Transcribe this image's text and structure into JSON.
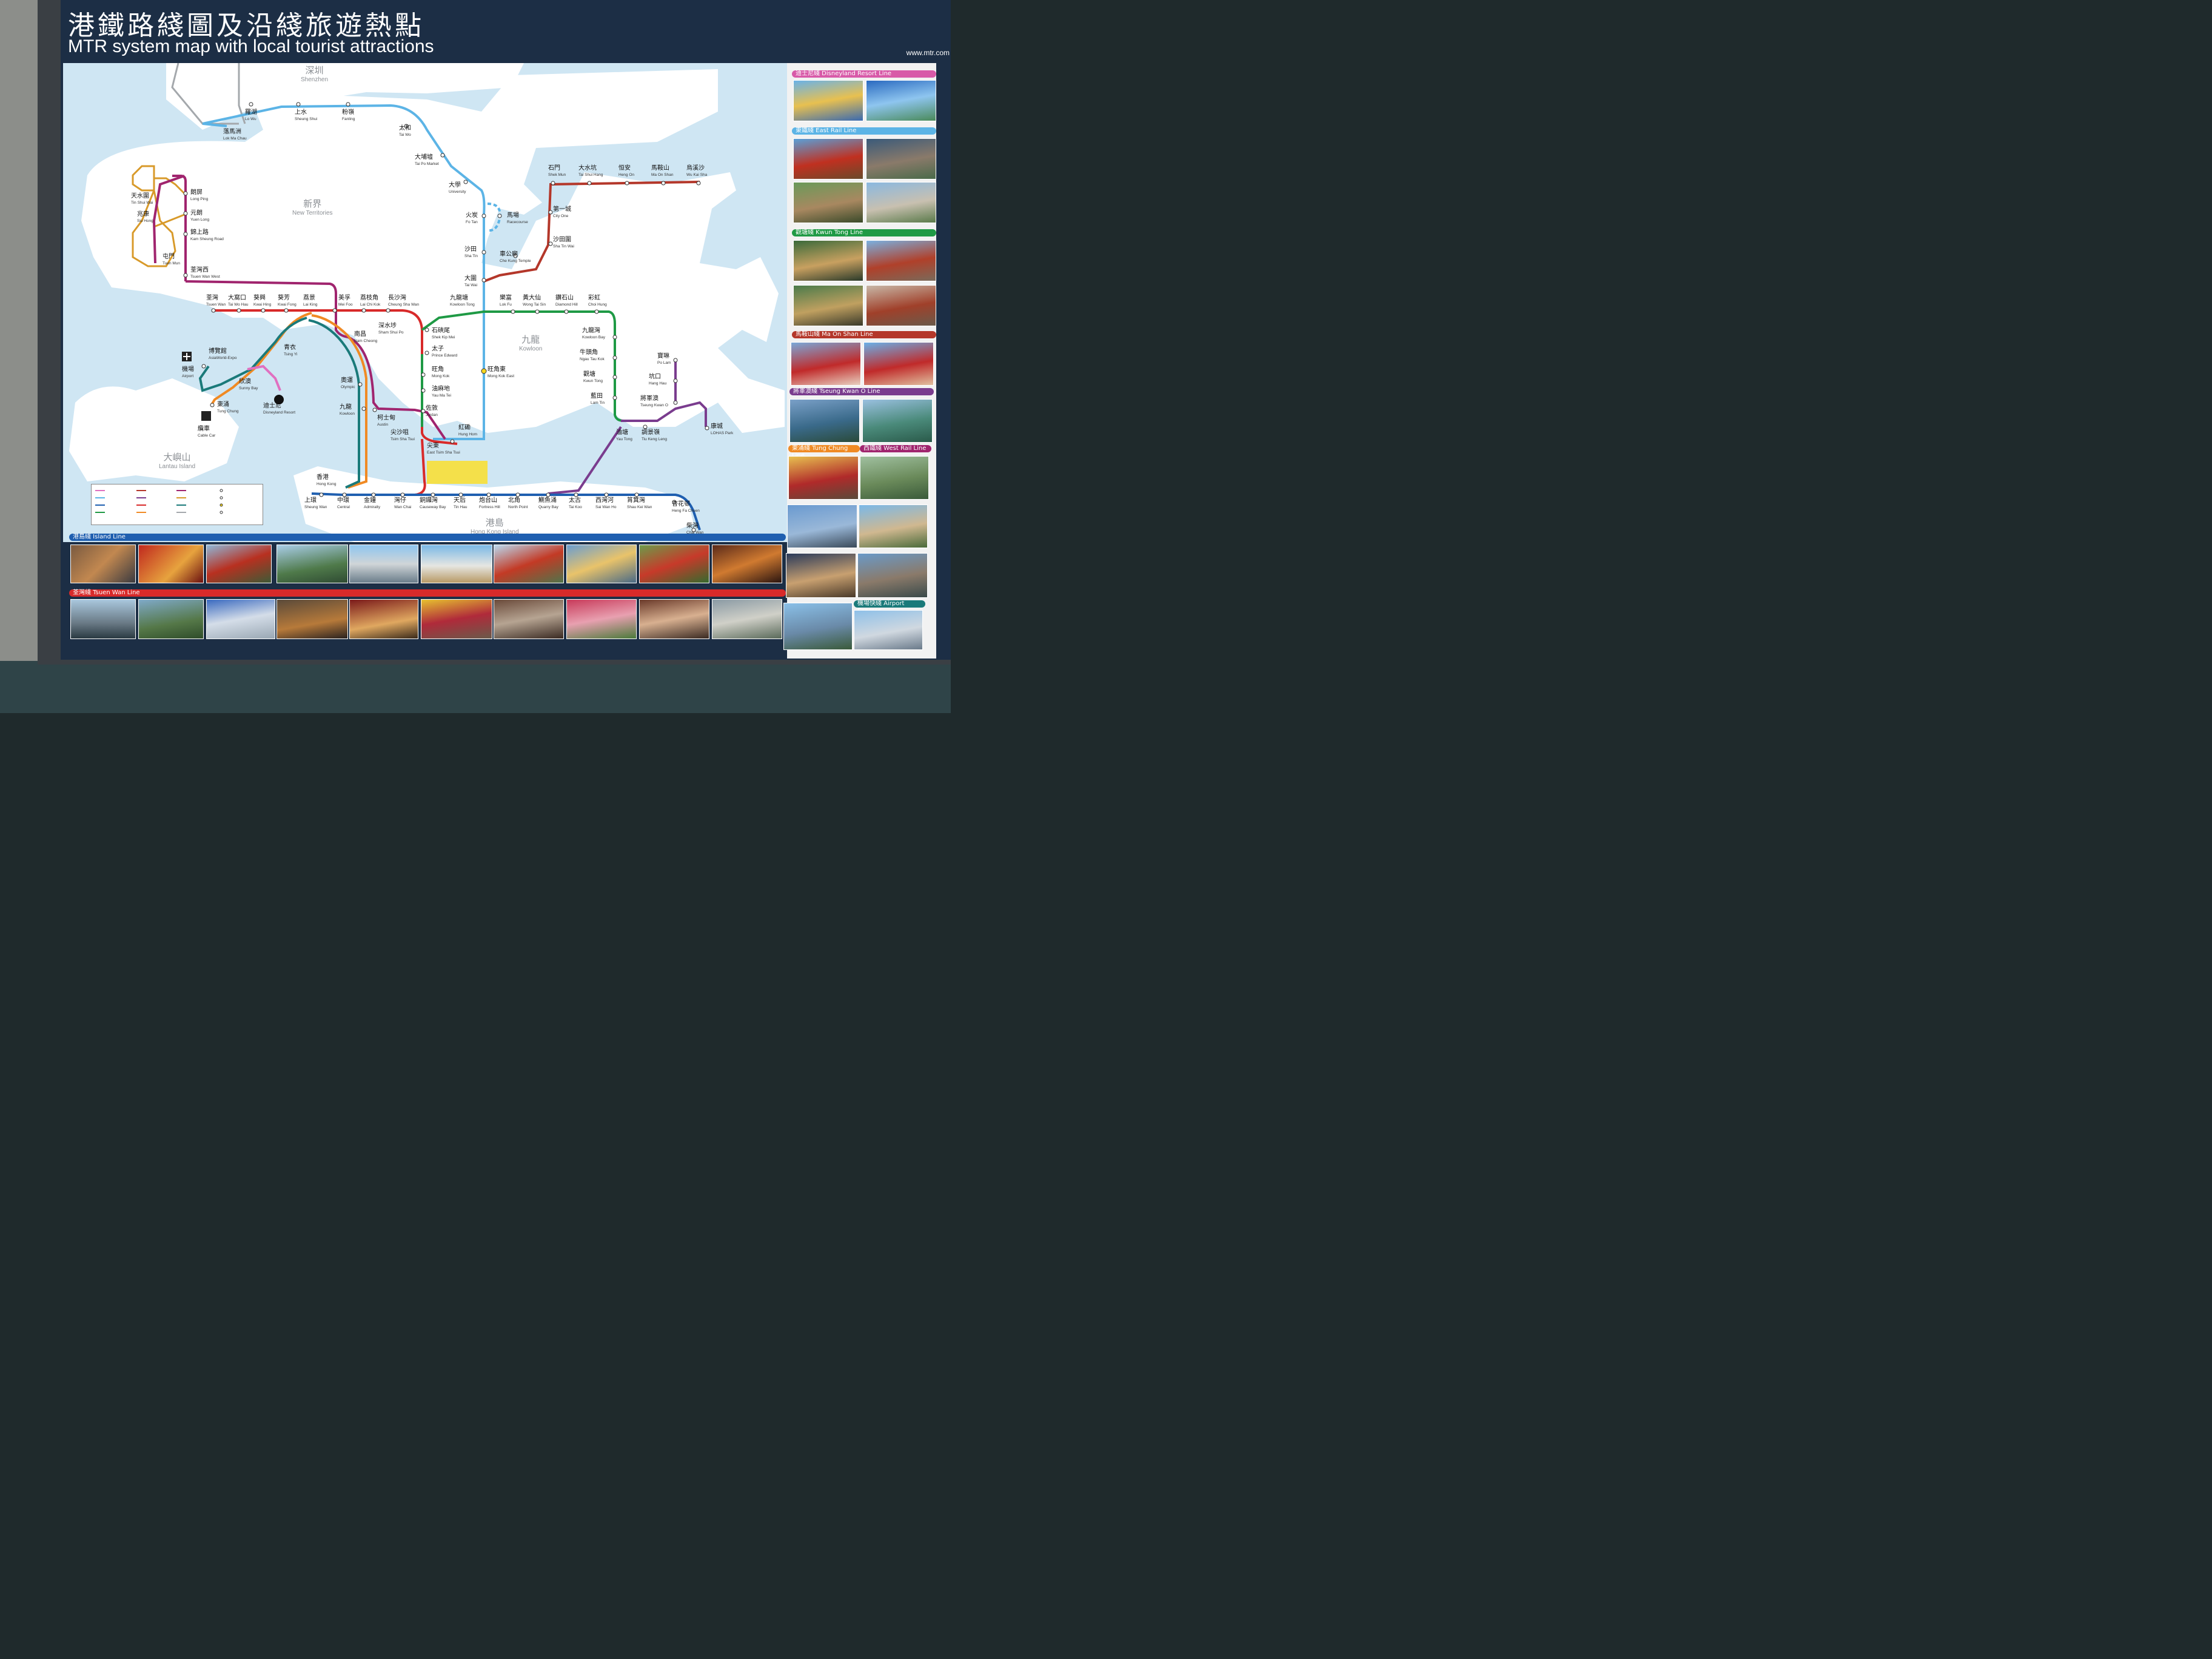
{
  "header": {
    "title_zh": "港鐵路綫圖及沿綫旅遊熱點",
    "title_en": "MTR system map with local tourist attractions",
    "url": "www.mtr.com"
  },
  "regions": [
    {
      "zh": "深圳",
      "en": "Shenzhen"
    },
    {
      "zh": "新界",
      "en": "New Territories"
    },
    {
      "zh": "九龍",
      "en": "Kowloon"
    },
    {
      "zh": "大嶼山",
      "en": "Lantau Island"
    },
    {
      "zh": "港島",
      "en": "Hong Kong Island"
    }
  ],
  "stations": [
    {
      "zh": "羅湖",
      "en": "Lo Wu"
    },
    {
      "zh": "上水",
      "en": "Sheung Shui"
    },
    {
      "zh": "粉嶺",
      "en": "Fanling"
    },
    {
      "zh": "落馬洲",
      "en": "Lok Ma Chau"
    },
    {
      "zh": "太和",
      "en": "Tai Wo"
    },
    {
      "zh": "大埔墟",
      "en": "Tai Po Market"
    },
    {
      "zh": "大學",
      "en": "University"
    },
    {
      "zh": "火炭",
      "en": "Fo Tan"
    },
    {
      "zh": "馬場",
      "en": "Racecourse"
    },
    {
      "zh": "沙田",
      "en": "Sha Tin"
    },
    {
      "zh": "大圍",
      "en": "Tai Wai"
    },
    {
      "zh": "車公廟",
      "en": "Che Kung Temple"
    },
    {
      "zh": "沙田圍",
      "en": "Sha Tin Wai"
    },
    {
      "zh": "第一城",
      "en": "City One"
    },
    {
      "zh": "石門",
      "en": "Shek Mun"
    },
    {
      "zh": "大水坑",
      "en": "Tai Shui Hang"
    },
    {
      "zh": "恒安",
      "en": "Heng On"
    },
    {
      "zh": "馬鞍山",
      "en": "Ma On Shan"
    },
    {
      "zh": "烏溪沙",
      "en": "Wu Kai Sha"
    },
    {
      "zh": "天水圍",
      "en": "Tin Shui Wai"
    },
    {
      "zh": "兆康",
      "en": "Siu Hong"
    },
    {
      "zh": "屯門",
      "en": "Tuen Mun"
    },
    {
      "zh": "朗屏",
      "en": "Long Ping"
    },
    {
      "zh": "元朗",
      "en": "Yuen Long"
    },
    {
      "zh": "錦上路",
      "en": "Kam Sheung Road"
    },
    {
      "zh": "荃灣西",
      "en": "Tsuen Wan West"
    },
    {
      "zh": "荃灣",
      "en": "Tsuen Wan"
    },
    {
      "zh": "大窩口",
      "en": "Tai Wo Hau"
    },
    {
      "zh": "葵興",
      "en": "Kwai Hing"
    },
    {
      "zh": "葵芳",
      "en": "Kwai Fong"
    },
    {
      "zh": "荔景",
      "en": "Lai King"
    },
    {
      "zh": "美孚",
      "en": "Mei Foo"
    },
    {
      "zh": "荔枝角",
      "en": "Lai Chi Kok"
    },
    {
      "zh": "長沙灣",
      "en": "Cheung Sha Wan"
    },
    {
      "zh": "深水埗",
      "en": "Sham Shui Po"
    },
    {
      "zh": "南昌",
      "en": "Nam Cheong"
    },
    {
      "zh": "九龍塘",
      "en": "Kowloon Tong"
    },
    {
      "zh": "石硤尾",
      "en": "Shek Kip Mei"
    },
    {
      "zh": "太子",
      "en": "Prince Edward"
    },
    {
      "zh": "旺角",
      "en": "Mong Kok"
    },
    {
      "zh": "油麻地",
      "en": "Yau Ma Tei"
    },
    {
      "zh": "佐敦",
      "en": "Jordan"
    },
    {
      "zh": "尖沙咀",
      "en": "Tsim Sha Tsui"
    },
    {
      "zh": "尖東",
      "en": "East Tsim Sha Tsui"
    },
    {
      "zh": "紅磡",
      "en": "Hung Hom"
    },
    {
      "zh": "旺角東",
      "en": "Mong Kok East"
    },
    {
      "zh": "柯士甸",
      "en": "Austin"
    },
    {
      "zh": "奧運",
      "en": "Olympic"
    },
    {
      "zh": "九龍",
      "en": "Kowloon"
    },
    {
      "zh": "樂富",
      "en": "Lok Fu"
    },
    {
      "zh": "黃大仙",
      "en": "Wong Tai Sin"
    },
    {
      "zh": "鑽石山",
      "en": "Diamond Hill"
    },
    {
      "zh": "彩虹",
      "en": "Choi Hung"
    },
    {
      "zh": "九龍灣",
      "en": "Kowloon Bay"
    },
    {
      "zh": "牛頭角",
      "en": "Ngau Tau Kok"
    },
    {
      "zh": "觀塘",
      "en": "Kwun Tong"
    },
    {
      "zh": "藍田",
      "en": "Lam Tin"
    },
    {
      "zh": "油塘",
      "en": "Yau Tong"
    },
    {
      "zh": "調景嶺",
      "en": "Tiu Keng Leng"
    },
    {
      "zh": "將軍澳",
      "en": "Tseung Kwan O"
    },
    {
      "zh": "坑口",
      "en": "Hang Hau"
    },
    {
      "zh": "寶琳",
      "en": "Po Lam"
    },
    {
      "zh": "康城",
      "en": "LOHAS Park"
    },
    {
      "zh": "青衣",
      "en": "Tsing Yi"
    },
    {
      "zh": "博覽館",
      "en": "AsiaWorld-Expo"
    },
    {
      "zh": "機場",
      "en": "Airport"
    },
    {
      "zh": "欣澳",
      "en": "Sunny Bay"
    },
    {
      "zh": "迪士尼",
      "en": "Disneyland Resort"
    },
    {
      "zh": "東涌",
      "en": "Tung Chung"
    },
    {
      "zh": "纜車",
      "en": "Cable Car"
    },
    {
      "zh": "香港",
      "en": "Hong Kong"
    },
    {
      "zh": "上環",
      "en": "Sheung Wan"
    },
    {
      "zh": "中環",
      "en": "Central"
    },
    {
      "zh": "金鐘",
      "en": "Admiralty"
    },
    {
      "zh": "灣仔",
      "en": "Wan Chai"
    },
    {
      "zh": "銅鑼灣",
      "en": "Causeway Bay"
    },
    {
      "zh": "天后",
      "en": "Tin Hau"
    },
    {
      "zh": "炮台山",
      "en": "Fortress Hill"
    },
    {
      "zh": "北角",
      "en": "North Point"
    },
    {
      "zh": "鰂魚涌",
      "en": "Quarry Bay"
    },
    {
      "zh": "太古",
      "en": "Tai Koo"
    },
    {
      "zh": "西灣河",
      "en": "Sai Wan Ho"
    },
    {
      "zh": "筲箕灣",
      "en": "Shau Kei Wan"
    },
    {
      "zh": "杏花邨",
      "en": "Heng Fa Chuen"
    },
    {
      "zh": "柴灣",
      "en": "Chai Wan"
    }
  ],
  "line_colors": {
    "island": "#1f5fb0",
    "tsuen_wan": "#d82a2a",
    "kwun_tong": "#1f9a45",
    "tseung_kwan_o": "#7a3c8e",
    "east_rail": "#5cb4e6",
    "ma_on_shan": "#b4372a",
    "west_rail": "#a0246e",
    "tung_chung": "#f08a24",
    "airport_express": "#1a7a7a",
    "disneyland": "#e070c0",
    "light_rail": "#d89a2a"
  },
  "bottom_bands": [
    {
      "label": "港島綫 Island Line",
      "color": "#1f5fb0"
    },
    {
      "label": "荃灣綫 Tsuen Wan Line",
      "color": "#d82a2a"
    }
  ],
  "side_bands": [
    {
      "label": "迪士尼綫 Disneyland Resort Line",
      "color": "#d85aa8"
    },
    {
      "label": "東鐵綫 East Rail Line",
      "color": "#5cb4e6"
    },
    {
      "label": "觀塘綫 Kwun Tong Line",
      "color": "#1f9a45"
    },
    {
      "label": "馬鞍山綫 Ma On Shan Line",
      "color": "#b4372a"
    },
    {
      "label": "將軍澳綫 Tseung Kwan O Line",
      "color": "#7a3c8e"
    },
    {
      "label": "東涌綫 Tung Chung Line",
      "color": "#f08a24"
    },
    {
      "label": "西鐵綫 West Rail Line",
      "color": "#a0246e"
    },
    {
      "label": "機場快綫 Airport Express",
      "color": "#1a7a7a"
    }
  ]
}
